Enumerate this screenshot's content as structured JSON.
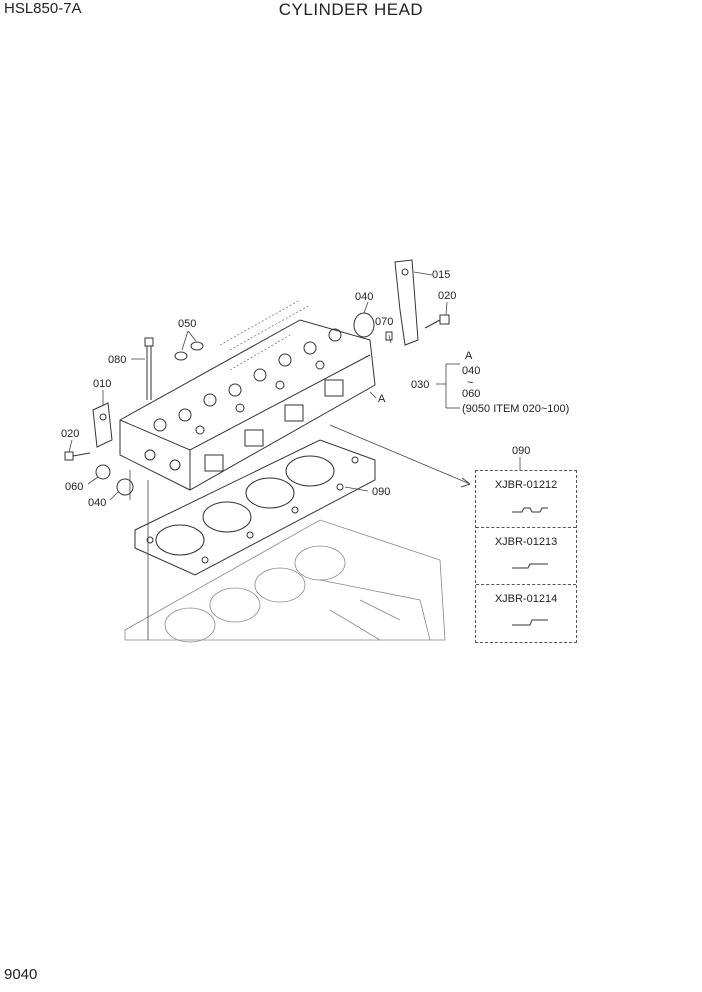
{
  "header": {
    "model": "HSL850-7A",
    "title": "CYLINDER HEAD"
  },
  "footer": {
    "page_number": "9040"
  },
  "callouts": {
    "c015": "015",
    "c020_top": "020",
    "c040_top": "040",
    "c070": "070",
    "c050": "050",
    "c080": "080",
    "c010": "010",
    "c020_left": "020",
    "c060": "060",
    "c040_left": "040",
    "c090_gasket": "090",
    "c090_box": "090",
    "c030": "030",
    "mark_a": "A"
  },
  "kit_reference": {
    "ref_letter": "A",
    "from_item": "040",
    "range_symbol": "~",
    "to_item": "060",
    "note": "(9050 ITEM 020~100)"
  },
  "gasket_options": [
    "XJBR-01212",
    "XJBR-01213",
    "XJBR-01214"
  ]
}
